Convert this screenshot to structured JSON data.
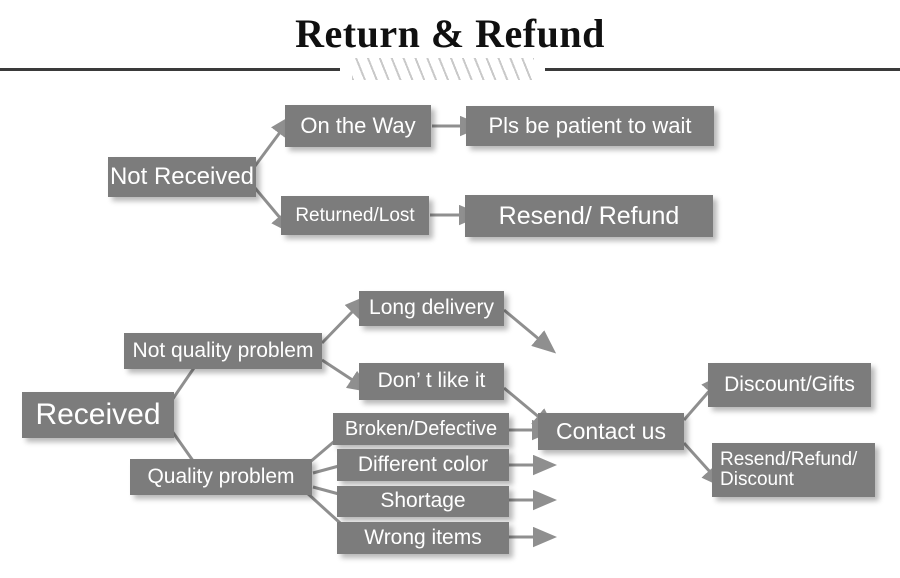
{
  "header": {
    "title": "Return & Refund",
    "divider": "hatched-divider"
  },
  "colors": {
    "box_fill": "#7c7c7c",
    "box_text": "#ffffff",
    "arrow": "#8f8f8f",
    "rule": "#3a3a3a",
    "hatch": "#c9c9c9",
    "background": "#ffffff"
  },
  "flow": {
    "not_received": {
      "root": "Not Received",
      "branches": [
        {
          "cause": "On the Way",
          "outcome": "Pls be patient to wait"
        },
        {
          "cause": "Returned/Lost",
          "outcome": "Resend/ Refund"
        }
      ]
    },
    "received": {
      "root": "Received",
      "categories": [
        {
          "name": "Not quality problem",
          "reasons": [
            "Long delivery",
            "Don’  t like it"
          ]
        },
        {
          "name": "Quality problem",
          "reasons": [
            "Broken/Defective",
            "Different color",
            "Shortage",
            "Wrong items"
          ]
        }
      ],
      "hub": "Contact us",
      "outcomes": [
        "Discount/Gifts",
        "Resend/Refund/\nDiscount"
      ]
    }
  }
}
